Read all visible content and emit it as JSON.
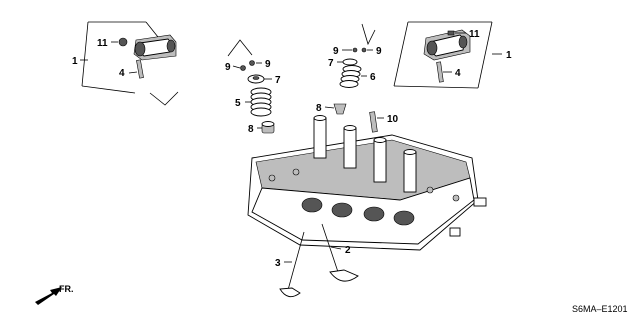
{
  "diagram": {
    "code": "S6MA–E1201",
    "direction_label": "FR.",
    "callouts": {
      "c1_left": "1",
      "c11_left": "11",
      "c4_left": "4",
      "c9_a": "9",
      "c9_b": "9",
      "c7_left": "7",
      "c5": "5",
      "c8_left": "8",
      "c9_c": "9",
      "c9_d": "9",
      "c7_right": "7",
      "c6": "6",
      "c8_right": "8",
      "c10": "10",
      "c11_right": "11",
      "c1_right": "1",
      "c4_right": "4",
      "c2": "2",
      "c3": "3"
    }
  }
}
